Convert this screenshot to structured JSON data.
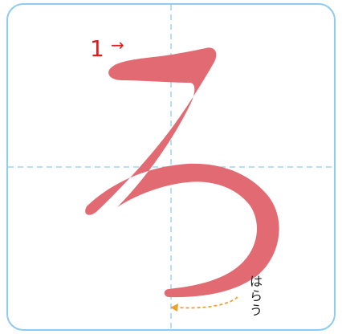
{
  "stroke_order": {
    "stroke_number": "1",
    "direction_glyph": "→"
  },
  "ending": {
    "label_chars": [
      "は",
      "ら",
      "う"
    ]
  },
  "colors": {
    "frame": "#8ecbf0",
    "guide": "#8ecbf0",
    "stroke": "#e26b73",
    "number": "#d62020",
    "ending_hint": "#f0a030"
  }
}
